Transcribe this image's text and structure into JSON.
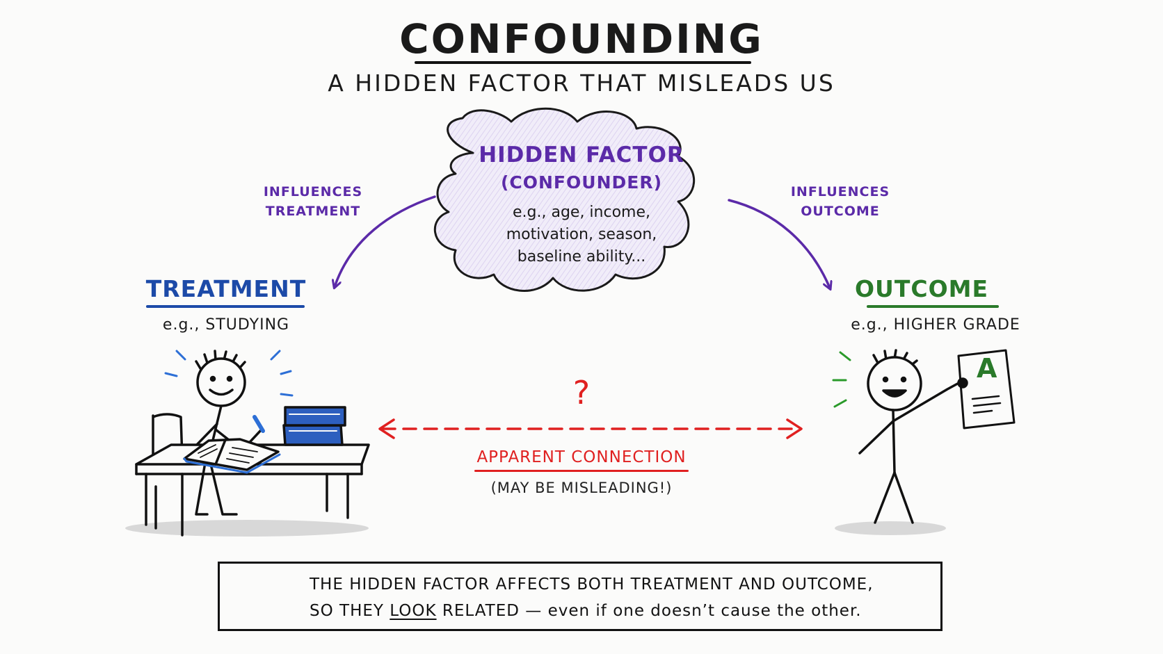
{
  "header": {
    "title": "CONFOUNDING",
    "subtitle": "A HIDDEN FACTOR THAT MISLEADS US"
  },
  "confounder": {
    "title": "HIDDEN FACTOR",
    "subtitle": "(CONFOUNDER)",
    "examples": [
      "e.g., age, income,",
      "motivation, season,",
      "baseline ability..."
    ]
  },
  "influences_left": [
    "INFLUENCES",
    "TREATMENT"
  ],
  "influences_right": [
    "INFLUENCES",
    "OUTCOME"
  ],
  "treatment": {
    "title": "TREATMENT",
    "example": "e.g., STUDYING"
  },
  "outcome": {
    "title": "OUTCOME",
    "example": "e.g., HIGHER GRADE",
    "paper_grade": "A"
  },
  "connection": {
    "question": "?",
    "label": "APPARENT CONNECTION",
    "note": "(MAY BE MISLEADING!)"
  },
  "callout": {
    "icon": "lightbulb-icon",
    "line1": "THE HIDDEN FACTOR AFFECTS BOTH TREATMENT AND OUTCOME,",
    "line2_a": "SO THEY ",
    "line2_look": "LOOK",
    "line2_b": " RELATED — even if one doesn’t cause the other."
  },
  "colors": {
    "confounder": "#5b2aa8",
    "treatment": "#1c4aa8",
    "outcome": "#2a7a2a",
    "connection": "#e02020",
    "cloud_fill": "#ece6f7"
  }
}
